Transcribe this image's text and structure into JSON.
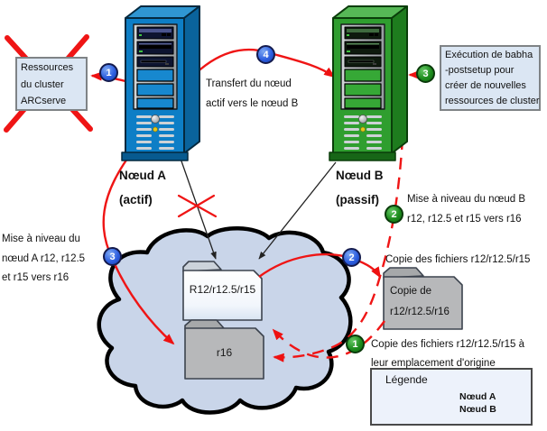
{
  "diagram": {
    "colors": {
      "node_a": "#0d7ec6",
      "node_b": "#2f9e2f",
      "arrow_red": "#ee1111",
      "badge_blue": "#2e5fe0",
      "badge_green": "#1d8c1d",
      "note_fill": "#dbe6f3",
      "cloud_fill": "#c9d5e9",
      "folder_gray": "#b7b8ba"
    },
    "node_a": {
      "name": "Nœud A",
      "state": "(actif)"
    },
    "node_b": {
      "name": "Nœud B",
      "state": "(passif)"
    },
    "resources_box": {
      "lines": [
        "Ressources",
        "du cluster",
        "ARCserve"
      ]
    },
    "execution_box": {
      "lines": [
        "Exécution de babha",
        "-postsetup pour",
        "créer de nouvelles",
        "ressources de cluster"
      ]
    },
    "labels": {
      "transfer": [
        "Transfert du nœud",
        "actif vers le nœud B"
      ],
      "upgrade_a": [
        "Mise à niveau du",
        "nœud A r12, r12.5",
        "et r15 vers r16"
      ],
      "upgrade_b": [
        "Mise à niveau du nœud B",
        "r12, r12.5 et r15 vers r16"
      ],
      "copy_files": "Copie des fichiers r12/r12.5/r15",
      "copy_origin": [
        "Copie des fichiers r12/r12.5/r15 à",
        "leur emplacement d'origine"
      ]
    },
    "folders": {
      "original": "R12/r12.5/r15",
      "r16": "r16",
      "copy": [
        "Copie de",
        "r12/r12.5/r16"
      ]
    },
    "badges": {
      "blue_1": "1",
      "blue_2": "2",
      "blue_3": "3",
      "blue_4": "4",
      "green_1": "1",
      "green_2": "2",
      "green_3": "3"
    },
    "legend": {
      "title": "Légende",
      "items": [
        {
          "label": "Nœud A",
          "style": "solid"
        },
        {
          "label": "Nœud B",
          "style": "dashed"
        }
      ]
    }
  }
}
